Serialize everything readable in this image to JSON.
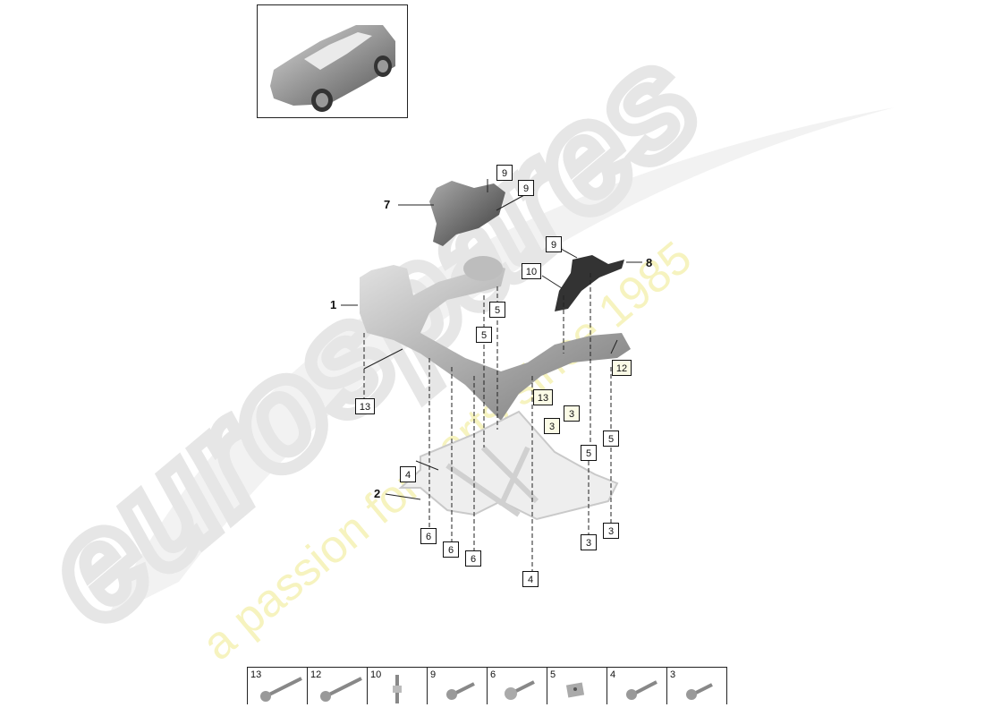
{
  "watermark": {
    "brand": "eurospares",
    "tagline": "a passion for parts since 1985",
    "brand_color": "#e8e8e8",
    "tagline_color": "#f5f2b0"
  },
  "thumbnail": {
    "subject": "SUV vehicle overview"
  },
  "part_labels": [
    {
      "id": "1",
      "label": "1"
    },
    {
      "id": "2",
      "label": "2"
    },
    {
      "id": "7",
      "label": "7"
    },
    {
      "id": "8",
      "label": "8"
    }
  ],
  "callouts": [
    {
      "label": "9"
    },
    {
      "label": "9"
    },
    {
      "label": "9"
    },
    {
      "label": "10"
    },
    {
      "label": "5"
    },
    {
      "label": "5"
    },
    {
      "label": "13"
    },
    {
      "label": "12"
    },
    {
      "label": "13"
    },
    {
      "label": "3"
    },
    {
      "label": "3"
    },
    {
      "label": "5"
    },
    {
      "label": "5"
    },
    {
      "label": "4"
    },
    {
      "label": "6"
    },
    {
      "label": "6"
    },
    {
      "label": "6"
    },
    {
      "label": "3"
    },
    {
      "label": "3"
    },
    {
      "label": "4"
    }
  ],
  "legend": [
    {
      "num": "13",
      "icon": "flange-bolt-long-icon"
    },
    {
      "num": "12",
      "icon": "flange-bolt-long-icon"
    },
    {
      "num": "10",
      "icon": "stud-bolt-icon"
    },
    {
      "num": "9",
      "icon": "flange-bolt-short-icon"
    },
    {
      "num": "6",
      "icon": "round-head-bolt-icon"
    },
    {
      "num": "5",
      "icon": "square-nut-icon"
    },
    {
      "num": "4",
      "icon": "flange-bolt-icon"
    },
    {
      "num": "3",
      "icon": "flange-bolt-short-icon"
    }
  ]
}
